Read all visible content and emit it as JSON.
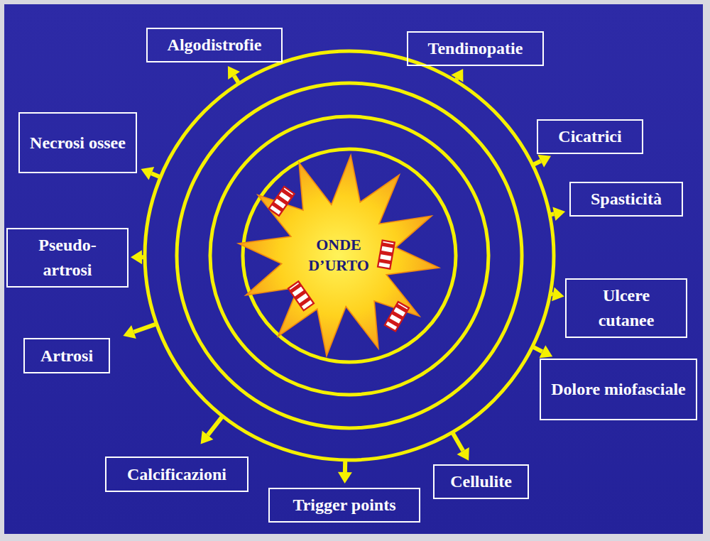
{
  "diagram": {
    "nodes": [
      {
        "text": [
          "Algodistrofie"
        ]
      },
      {
        "text": [
          "Tendinopatie"
        ]
      },
      {
        "text": [
          "Necrosi ossee"
        ]
      },
      {
        "text": [
          "Cicatrici"
        ]
      },
      {
        "text": [
          "Spasticità"
        ]
      },
      {
        "text": [
          "ONDE D’URTO"
        ]
      },
      {
        "text": [
          "Pseudo- artrosi"
        ]
      },
      {
        "text": [
          "Ulcere cutanee"
        ]
      },
      {
        "text": [
          "Artrosi"
        ]
      },
      {
        "text": [
          "Dolore miofasciale"
        ]
      },
      {
        "text": [
          "Calcificazioni"
        ]
      },
      {
        "text": [
          "Cellulite"
        ]
      },
      {
        "text": [
          "Trigger points"
        ]
      }
    ]
  }
}
